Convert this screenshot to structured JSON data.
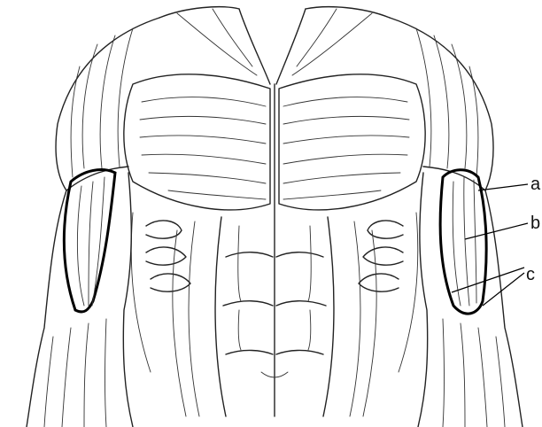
{
  "figure": {
    "labels": [
      {
        "id": "a",
        "text": "a"
      },
      {
        "id": "b",
        "text": "b"
      },
      {
        "id": "c",
        "text": "c"
      }
    ]
  }
}
